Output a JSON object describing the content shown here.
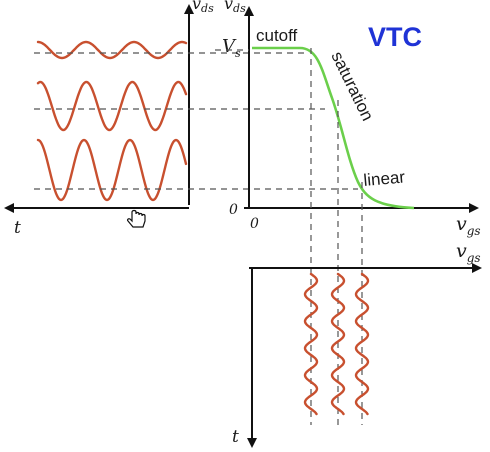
{
  "title": "VTC",
  "labels": {
    "vds_top": "v",
    "vds_top_sub": "ds",
    "vds_top2": "v",
    "vds_top2_sub": "ds",
    "vs": "V",
    "vs_sub": "s",
    "zero_y": "0",
    "zero_x": "0",
    "vgs_x": "v",
    "vgs_x_sub": "gs",
    "vgs_bottom": "v",
    "vgs_bottom_sub": "gs",
    "t_left": "t",
    "t_bottom": "t"
  },
  "regions": {
    "cutoff": "cutoff",
    "saturation": "saturation",
    "linear": "linear"
  },
  "colors": {
    "curve": "#6bcf4b",
    "waveform": "#c8502f",
    "title": "#1f33d6"
  },
  "cursor_icon": "hand-pointer-icon"
}
